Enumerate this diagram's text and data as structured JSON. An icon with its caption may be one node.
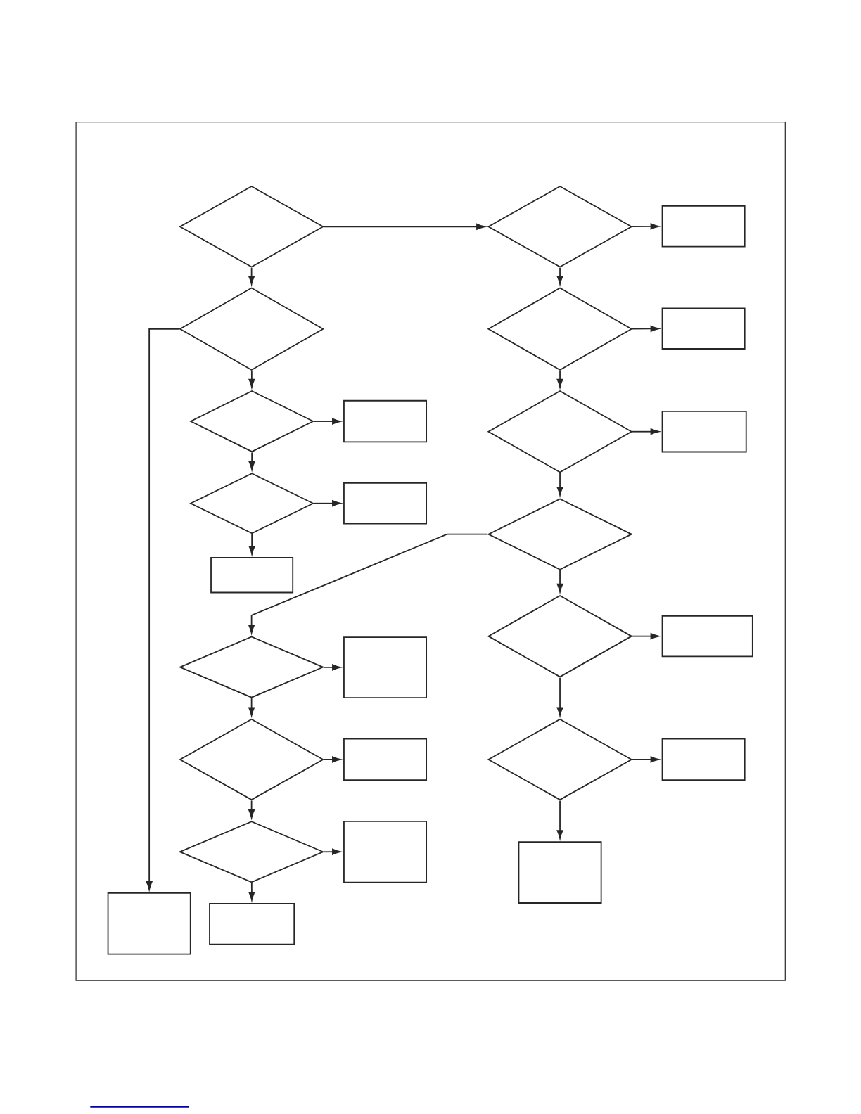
{
  "diagram": {
    "nodes": [
      {
        "text": [],
        "shape": "diamond"
      },
      {
        "text": [],
        "shape": "diamond"
      },
      {
        "text": [],
        "shape": "diamond"
      },
      {
        "text": [],
        "shape": "box"
      },
      {
        "text": [],
        "shape": "diamond"
      },
      {
        "text": [],
        "shape": "box"
      },
      {
        "text": [],
        "shape": "box"
      },
      {
        "text": [],
        "shape": "diamond"
      },
      {
        "text": [],
        "shape": "box"
      },
      {
        "text": [],
        "shape": "diamond"
      },
      {
        "text": [],
        "shape": "box"
      },
      {
        "text": [],
        "shape": "diamond"
      },
      {
        "text": [],
        "shape": "box"
      },
      {
        "text": [],
        "shape": "diamond"
      },
      {
        "text": [],
        "shape": "diamond"
      },
      {
        "text": [],
        "shape": "box"
      },
      {
        "text": [],
        "shape": "diamond"
      },
      {
        "text": [],
        "shape": "box"
      },
      {
        "text": [],
        "shape": "diamond"
      },
      {
        "text": [],
        "shape": "box"
      },
      {
        "text": [],
        "shape": "box"
      },
      {
        "text": [],
        "shape": "diamond"
      },
      {
        "text": [],
        "shape": "box"
      },
      {
        "text": [],
        "shape": "diamond"
      },
      {
        "text": [],
        "shape": "box"
      },
      {
        "text": [],
        "shape": "box"
      },
      {
        "text": [],
        "shape": "box"
      }
    ],
    "edges": [
      {
        "from": 0,
        "to": 1,
        "arrow": "to"
      },
      {
        "from": 0,
        "to": 7,
        "arrow": "to"
      },
      {
        "from": 1,
        "to": 26,
        "arrow": "to"
      },
      {
        "from": 1,
        "to": 2,
        "arrow": "to"
      },
      {
        "from": 2,
        "to": 3,
        "arrow": "to"
      },
      {
        "from": 2,
        "to": 4,
        "arrow": "to"
      },
      {
        "from": 4,
        "to": 5,
        "arrow": "to"
      },
      {
        "from": 4,
        "to": 6,
        "arrow": "to"
      },
      {
        "from": 7,
        "to": 8,
        "arrow": "to"
      },
      {
        "from": 7,
        "to": 9,
        "arrow": "to"
      },
      {
        "from": 9,
        "to": 10,
        "arrow": "to"
      },
      {
        "from": 9,
        "to": 11,
        "arrow": "to"
      },
      {
        "from": 11,
        "to": 12,
        "arrow": "to"
      },
      {
        "from": 11,
        "to": 13,
        "arrow": "to"
      },
      {
        "from": 13,
        "to": 14,
        "arrow": "to"
      },
      {
        "from": 13,
        "to": 21,
        "arrow": "to"
      },
      {
        "from": 14,
        "to": 15,
        "arrow": "to"
      },
      {
        "from": 14,
        "to": 16,
        "arrow": "to"
      },
      {
        "from": 16,
        "to": 17,
        "arrow": "to"
      },
      {
        "from": 16,
        "to": 18,
        "arrow": "to"
      },
      {
        "from": 18,
        "to": 19,
        "arrow": "to"
      },
      {
        "from": 18,
        "to": 20,
        "arrow": "to"
      },
      {
        "from": 21,
        "to": 22,
        "arrow": "to"
      },
      {
        "from": 21,
        "to": 23,
        "arrow": "to"
      },
      {
        "from": 23,
        "to": 24,
        "arrow": "to"
      },
      {
        "from": 23,
        "to": 25,
        "arrow": "to"
      }
    ]
  }
}
